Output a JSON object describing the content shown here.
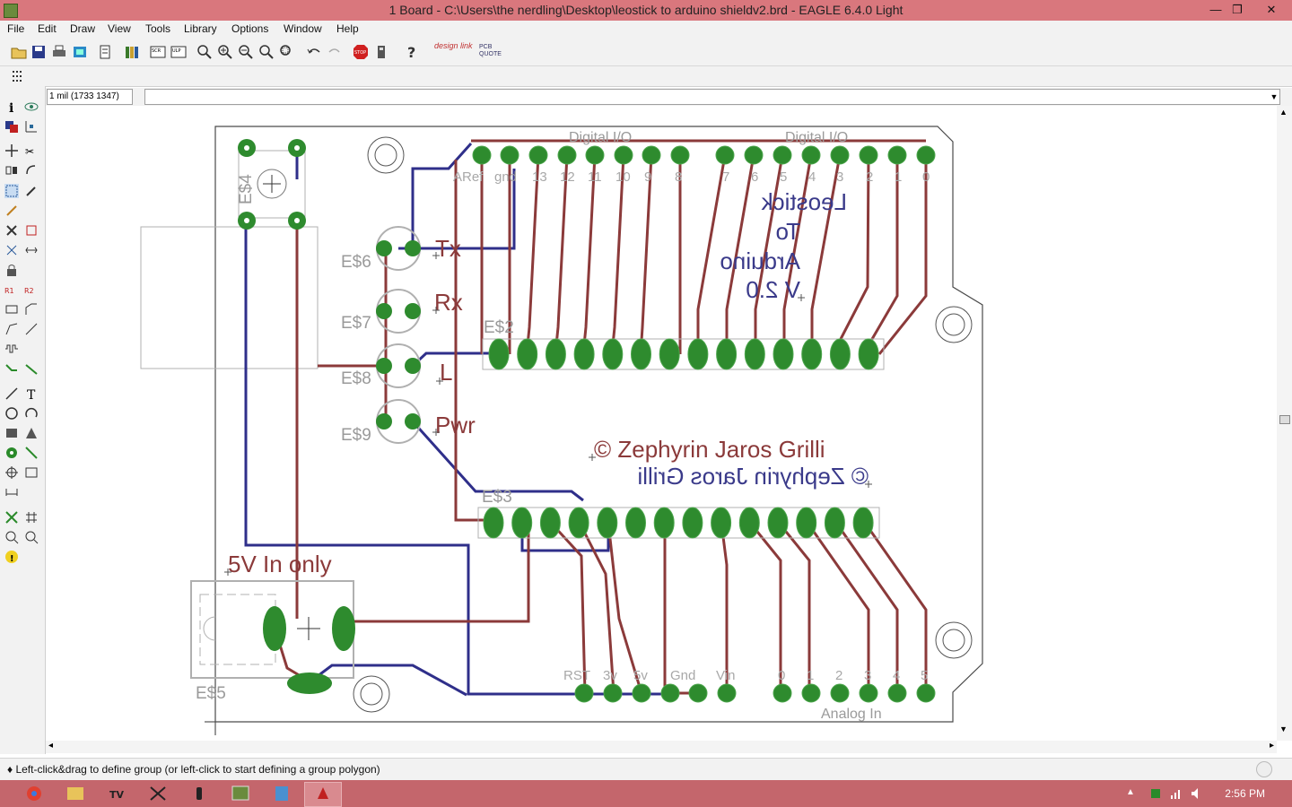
{
  "window": {
    "title": "1 Board - C:\\Users\\the nerdling\\Desktop\\leostick to arduino shieldv2.brd - EAGLE 6.4.0 Light",
    "minimize": "—",
    "maximize": "❐",
    "close": "✕"
  },
  "menu": {
    "items": [
      "File",
      "Edit",
      "Draw",
      "View",
      "Tools",
      "Library",
      "Options",
      "Window",
      "Help"
    ]
  },
  "toolbar": {
    "icons": [
      "open-icon",
      "save-icon",
      "print-icon",
      "cam-icon",
      "script-icon",
      "library-icon",
      "scr-icon",
      "ulp-icon",
      "zoom-fit-icon",
      "zoom-in-icon",
      "zoom-out-icon",
      "zoom-redraw-icon",
      "zoom-select-icon",
      "undo-icon",
      "redo-icon",
      "stop-icon",
      "go-icon",
      "help-icon",
      "design-link-icon",
      "pcb-quote-icon"
    ],
    "design_link": "design link",
    "pcb_quote": "PCB QUOTE"
  },
  "coords": {
    "readout": "1 mil (1733 1347)"
  },
  "board": {
    "digital_left_label": "Digital I/O",
    "digital_right_label": "Digital I/O",
    "header_labels": [
      "ARef",
      "gnd",
      "13",
      "12",
      "11",
      "10",
      "9",
      "8",
      "7",
      "6",
      "5",
      "4",
      "3",
      "2",
      "1",
      "0"
    ],
    "bottom_labels": [
      "RST",
      "3v",
      "5v",
      "Gnd",
      "Vin",
      "0",
      "1",
      "2",
      "3",
      "4",
      "5"
    ],
    "analog_label": "Analog In",
    "title_lines": [
      "Leostick",
      "To",
      "Arduino",
      "V 2.0"
    ],
    "copyright": "© Zephyrin Jaros Grilli",
    "copyright_mirror": "© Zephyrin Jaros Grilli",
    "power_label": "5V In only",
    "led_labels": [
      "Tx",
      "Rx",
      "L",
      "Pwr"
    ],
    "part_names": [
      "E$4",
      "E$6",
      "E$7",
      "E$8",
      "E$9",
      "E$2",
      "E$3",
      "E$5"
    ]
  },
  "status": {
    "hint": "♦ Left-click&drag to define group (or left-click to start defining a group polygon)"
  },
  "taskbar": {
    "clock": "2:56 PM"
  },
  "colors": {
    "title_bar": "#d9777d",
    "taskbar": "#c4666c",
    "top_copper": "#8b3a3a",
    "bottom_copper": "#2f2f8a",
    "pad": "#2e8b2e",
    "outline": "#4a4a4a",
    "silk": "#b0b0b0"
  }
}
